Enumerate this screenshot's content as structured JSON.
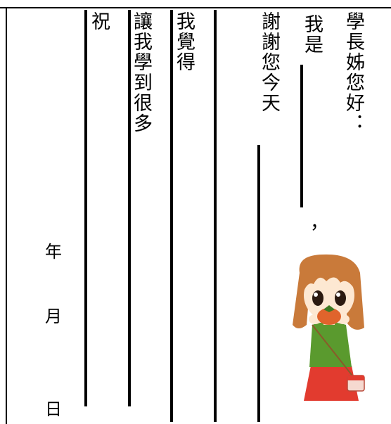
{
  "letter": {
    "greeting": "學長姊您好：",
    "self_intro": "我是",
    "comma": "，",
    "thanks": "謝謝您今天",
    "i_think": "我覺得",
    "learned": "讓我學到很多",
    "wish": "祝"
  },
  "date": {
    "year": "年",
    "month": "月",
    "day": "日"
  },
  "colors": {
    "line": "#000000",
    "hair": "#c97a3a",
    "shirt": "#5a9a2e",
    "skirt": "#e23b2f",
    "persimmon": "#e0642c"
  },
  "illustration": "girl-holding-persimmon"
}
